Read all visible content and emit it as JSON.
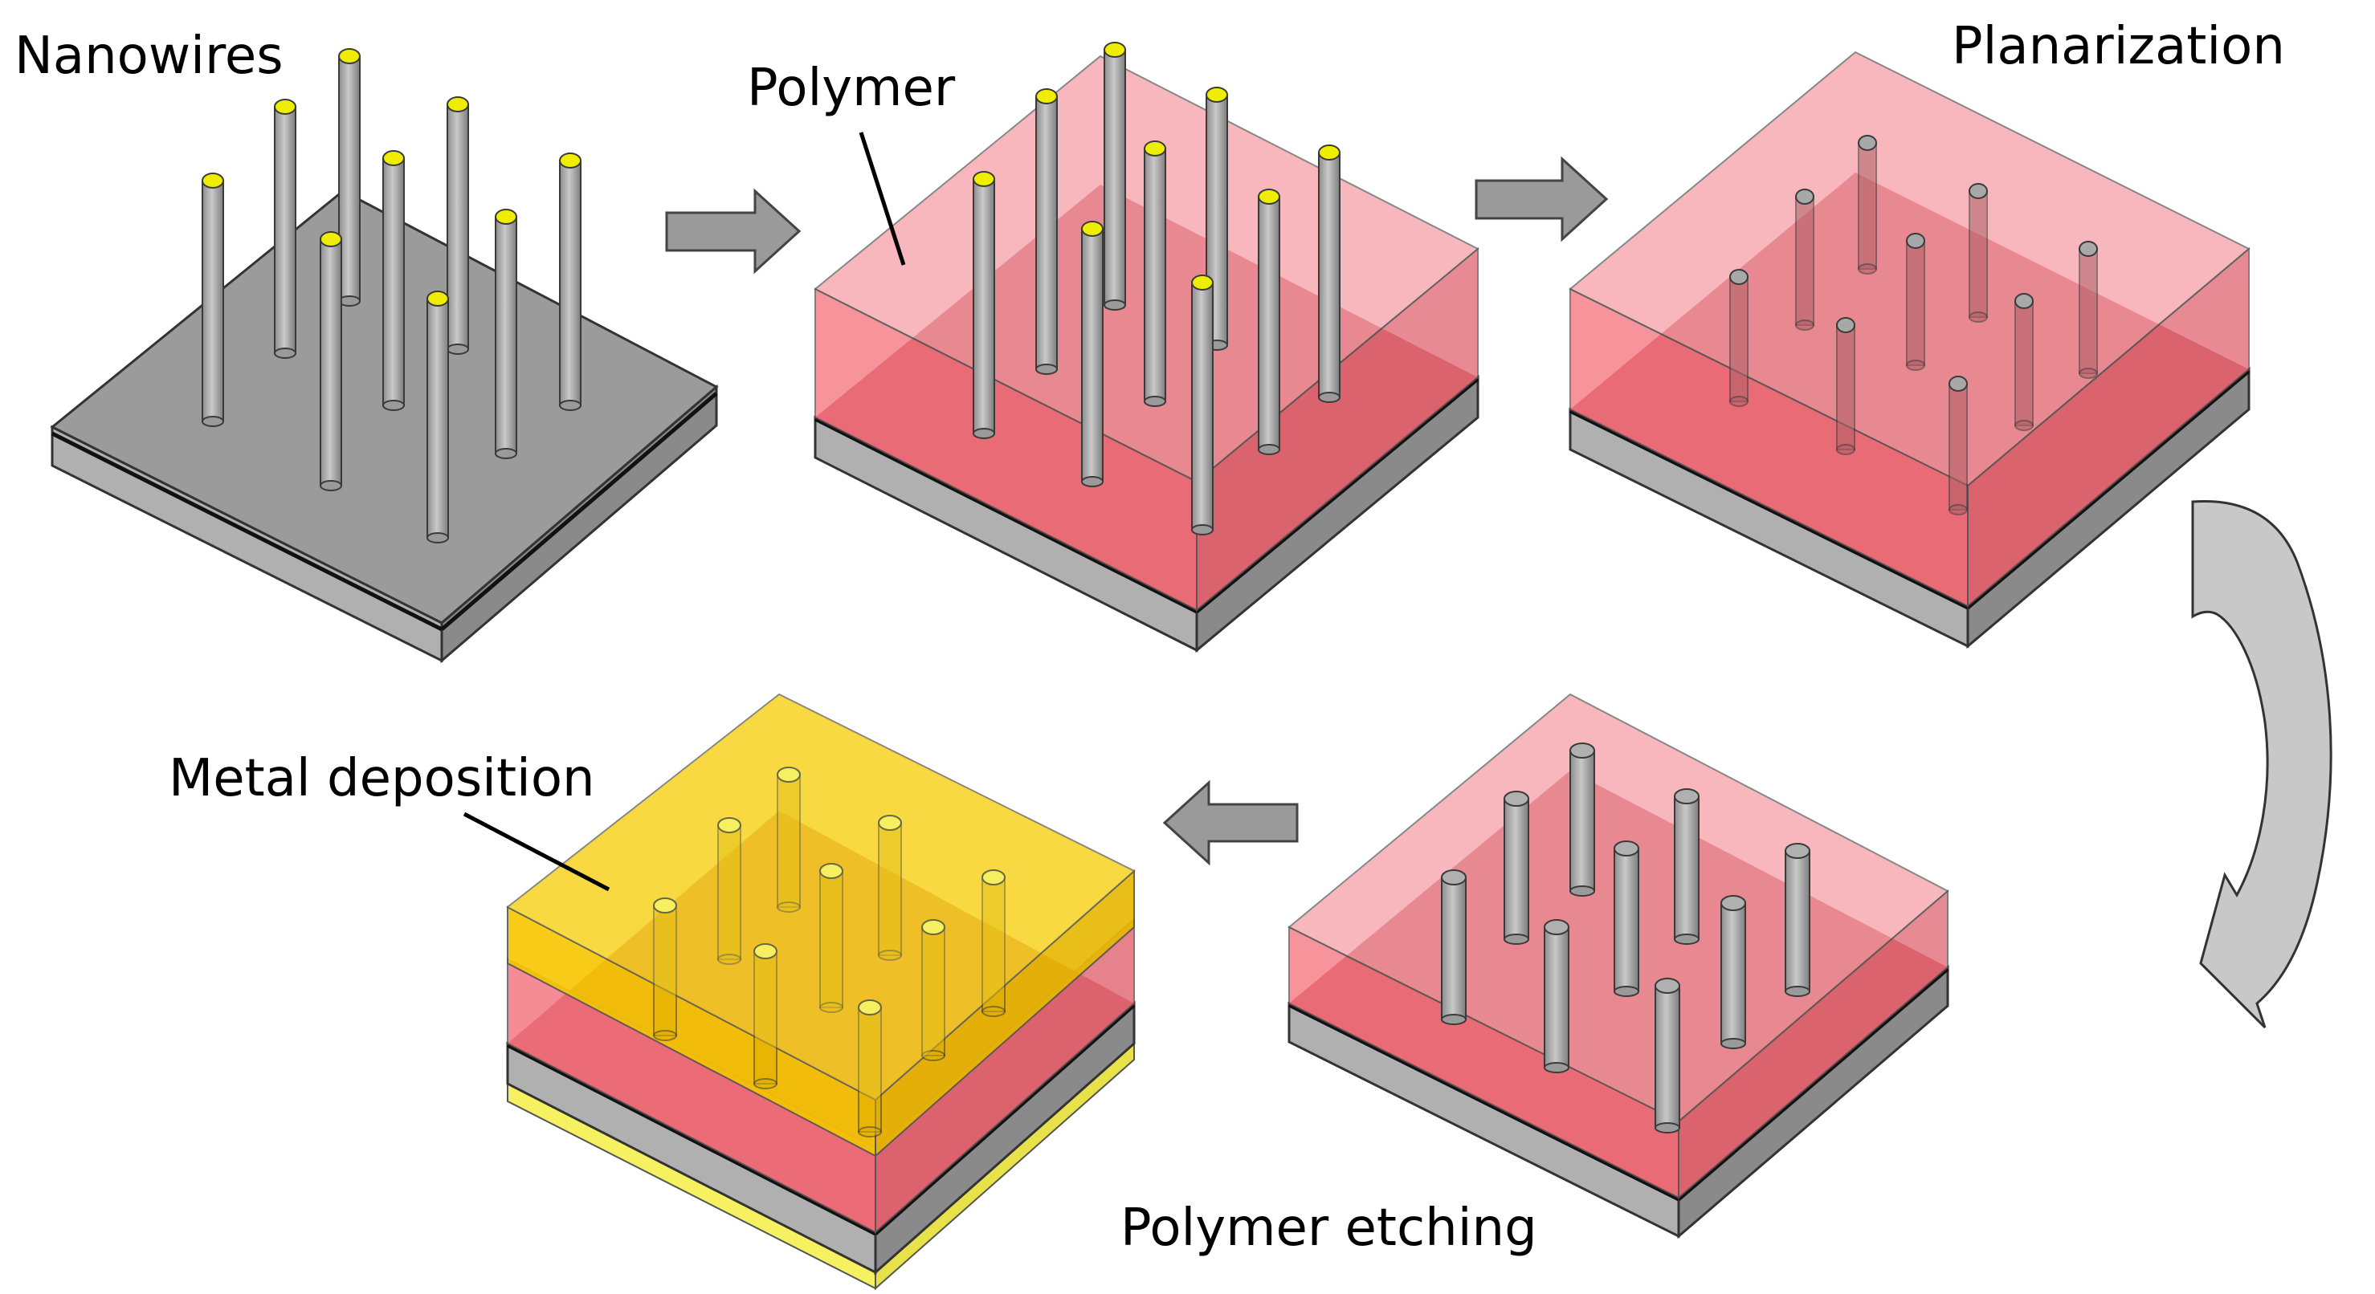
{
  "labels": {
    "nanowires": "Nanowires",
    "polymer": "Polymer",
    "planarization": "Planarization",
    "polymer_etching": "Polymer etching",
    "metal_deposition": "Metal deposition"
  },
  "colors": {
    "substrate_top": "#9b9b9b",
    "substrate_side": "#b5b5b5",
    "polymer": "#f36f7a",
    "polymer_dark": "#c64f58",
    "gold": "#f7c600",
    "gold_light": "#f6f160",
    "wire": "#a8a8a8",
    "wire_tip": "#f0ee00",
    "arrow_fill": "#9a9a9a"
  },
  "steps": [
    {
      "name": "nanowires",
      "label_key": "nanowires",
      "wires": 9,
      "tips": "yellow"
    },
    {
      "name": "polymer",
      "label_key": "polymer",
      "wires": 9,
      "tips": "yellow"
    },
    {
      "name": "planarization",
      "label_key": "planarization",
      "wires": 9,
      "tips": "gray"
    },
    {
      "name": "polymer-etching",
      "label_key": "polymer_etching",
      "wires": 9,
      "tips": "gray"
    },
    {
      "name": "metal-deposition",
      "label_key": "metal_deposition",
      "wires": 9,
      "tips": "yellow"
    }
  ]
}
